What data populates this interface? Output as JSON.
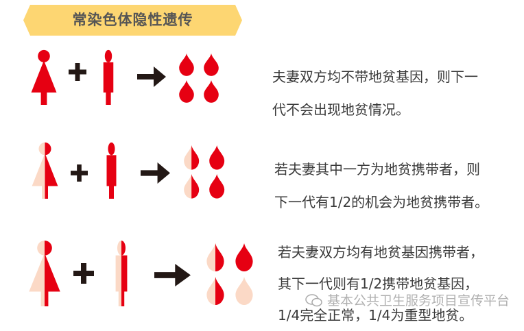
{
  "title": "常染色体隐性遗传",
  "colors": {
    "affected": "#e60012",
    "normal": "#fbd9c6",
    "banner": "#fdd672",
    "operator": "#231815"
  },
  "rows": [
    {
      "mother": "affected",
      "father": "affected",
      "children": [
        "affected",
        "affected",
        "affected",
        "affected"
      ],
      "lines": [
        "夫妻双方均不带地贫基因，则下一",
        "代不会出现地贫情况。"
      ]
    },
    {
      "mother": "carrier",
      "father": "affected",
      "children": [
        "carrier",
        "affected",
        "carrier",
        "affected"
      ],
      "lines": [
        "若夫妻其中一方为地贫携带者，则",
        "下一代有1/2的机会为地贫携带者。"
      ]
    },
    {
      "mother": "carrier",
      "father": "carrier",
      "children": [
        "carrier",
        "affected",
        "carrier",
        "normal"
      ],
      "lines": [
        "若夫妻双方均有地贫基因携带者，",
        "其下一代则有1/2携带地贫基因，",
        "1/4完全正常，1/4为重型地贫。"
      ]
    }
  ],
  "watermark": "基本公共卫生服务项目宣传平台"
}
